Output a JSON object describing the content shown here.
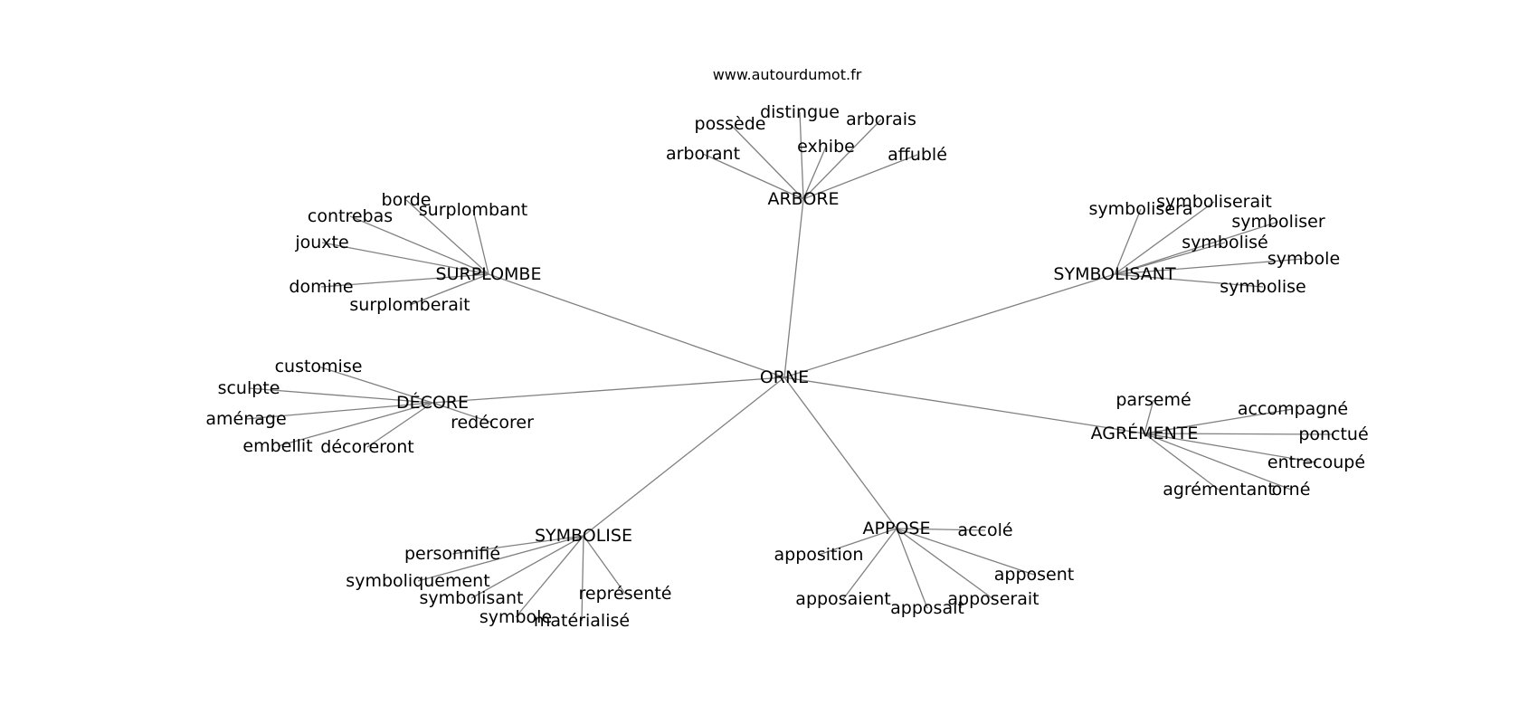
{
  "source": "www.autourdumot.fr",
  "graph": {
    "center": "ORNE",
    "hubs": [
      {
        "id": "arbore",
        "label": "ARBORE",
        "leaves": [
          "arborant",
          "possède",
          "distingue",
          "exhibe",
          "arborais",
          "affublé"
        ]
      },
      {
        "id": "surplombe",
        "label": "SURPLOMBE",
        "leaves": [
          "borde",
          "contrebas",
          "surplombant",
          "jouxte",
          "domine",
          "surplomberait"
        ]
      },
      {
        "id": "symbolisant",
        "label": "SYMBOLISANT",
        "leaves": [
          "symbolisera",
          "symboliserait",
          "symboliser",
          "symbolisé",
          "symbole",
          "symbolise"
        ]
      },
      {
        "id": "decore",
        "label": "DÉCORE",
        "leaves": [
          "customise",
          "sculpte",
          "aménage",
          "embellit",
          "décoreront",
          "redécorer"
        ]
      },
      {
        "id": "agremente",
        "label": "AGRÉMENTE",
        "leaves": [
          "parsemé",
          "accompagné",
          "ponctué",
          "entrecoupé",
          "orné",
          "agrémentant"
        ]
      },
      {
        "id": "symbolise",
        "label": "SYMBOLISE",
        "leaves": [
          "personnifié",
          "symboliquement",
          "symbolisant",
          "symbole",
          "matérialisé",
          "représenté"
        ]
      },
      {
        "id": "appose",
        "label": "APPOSE",
        "leaves": [
          "apposition",
          "accolé",
          "apposent",
          "apposaient",
          "apposait",
          "apposerait"
        ]
      }
    ]
  }
}
